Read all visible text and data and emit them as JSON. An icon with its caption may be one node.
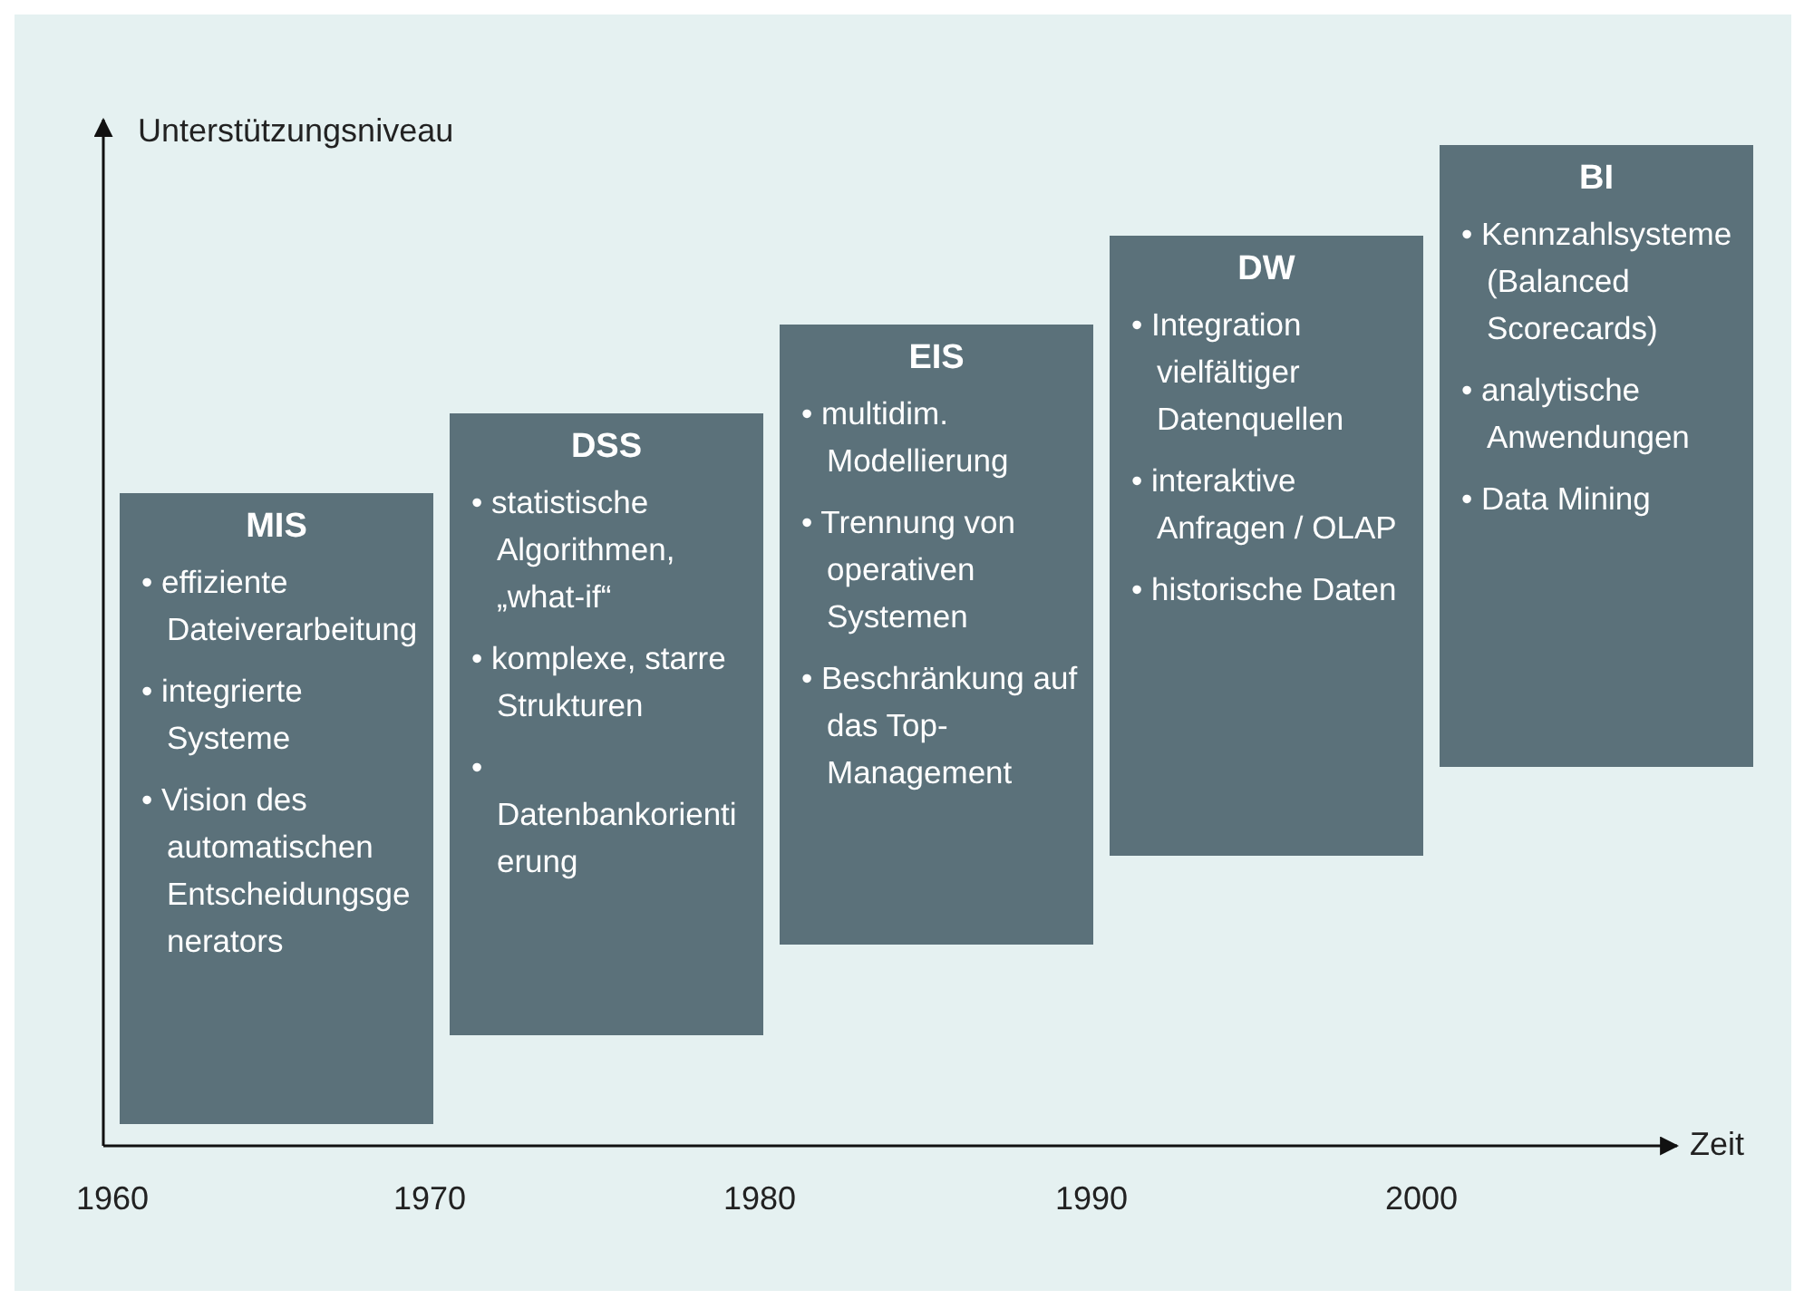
{
  "diagram": {
    "nodes": [
      {
        "text": [
          "MIS",
          "• effiziente Dateiverarbeitung",
          "• integrierte Systeme",
          "• Vision des automatischen Entscheidungsgenerators"
        ]
      },
      {
        "text": [
          "DSS",
          "• statistische Algorithmen, „what-if“",
          "• komplexe, starre Strukturen",
          "• Datenbankorientierung"
        ]
      },
      {
        "text": [
          "EIS",
          "• multidim. Modellierung",
          "• Trennung von operativen Systemen",
          "• Beschränkung auf das Top-Management"
        ]
      },
      {
        "text": [
          "DW",
          "• Integration vielfältiger Datenquellen",
          "• interaktive Anfragen / OLAP",
          "• historische Daten"
        ]
      },
      {
        "text": [
          "BI",
          "• Kennzahlsysteme (Balanced Scorecards)",
          "• analytische Anwendungen",
          "• Data Mining"
        ]
      }
    ],
    "labels": [
      "Unterstützungsniveau",
      "Zeit",
      "1960",
      "1970",
      "1980",
      "1990",
      "2000"
    ]
  }
}
